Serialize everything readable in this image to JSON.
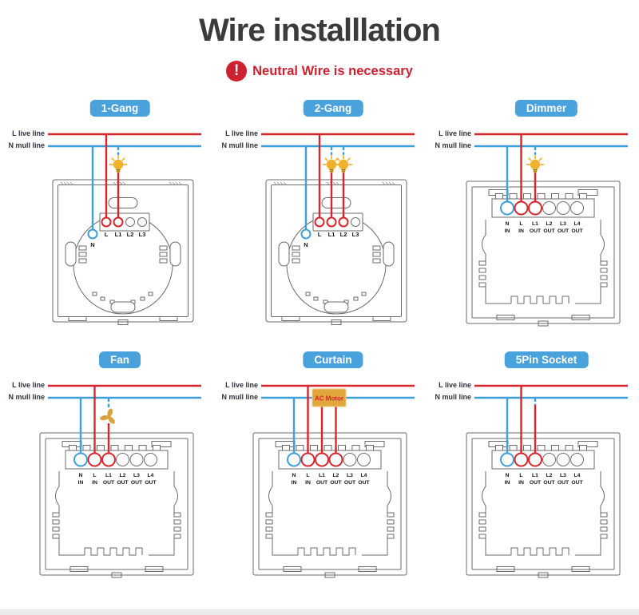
{
  "page": {
    "title": "Wire installlation",
    "warning": "Neutral Wire is necessary"
  },
  "colors": {
    "live": "#d7262c",
    "null": "#3f9fd9",
    "badge": "#4aa2dc",
    "warn": "#ce2130",
    "bulb": "#f0b22b",
    "fan": "#d9a23b",
    "motor": "#e2a73c",
    "ink": "#3b3b3b"
  },
  "panels": [
    {
      "id": "1-gang",
      "badge": "1-Gang",
      "live_label": "L live line",
      "null_label": "N mull line",
      "terminals": {
        "n": "N",
        "row": [
          "L",
          "L1",
          "L2",
          "L3"
        ]
      }
    },
    {
      "id": "2-gang",
      "badge": "2-Gang",
      "live_label": "L live line",
      "null_label": "N mull line",
      "terminals": {
        "n": "N",
        "row": [
          "L",
          "L1",
          "L2",
          "L3"
        ]
      }
    },
    {
      "id": "dimmer",
      "badge": "Dimmer",
      "live_label": "L live line",
      "null_label": "N mull line",
      "terminals": {
        "top": [
          "N",
          "L",
          "L1",
          "L2",
          "L3",
          "L4"
        ],
        "bottom": [
          "IN",
          "IN",
          "OUT",
          "OUT",
          "OUT",
          "OUT"
        ]
      }
    },
    {
      "id": "fan",
      "badge": "Fan",
      "live_label": "L live line",
      "null_label": "N mull line",
      "terminals": {
        "top": [
          "N",
          "L",
          "L1",
          "L2",
          "L3",
          "L4"
        ],
        "bottom": [
          "IN",
          "IN",
          "OUT",
          "OUT",
          "OUT",
          "OUT"
        ]
      }
    },
    {
      "id": "curtain",
      "badge": "Curtain",
      "live_label": "L live line",
      "null_label": "N mull line",
      "device_label": "AC Motor",
      "terminals": {
        "top": [
          "N",
          "L",
          "L1",
          "L2",
          "L3",
          "L4"
        ],
        "bottom": [
          "IN",
          "IN",
          "OUT",
          "OUT",
          "OUT",
          "OUT"
        ]
      }
    },
    {
      "id": "5pin-socket",
      "badge": "5Pin Socket",
      "live_label": "L live line",
      "null_label": "N mull line",
      "terminals": {
        "top": [
          "N",
          "L",
          "L1",
          "L2",
          "L3",
          "L4"
        ],
        "bottom": [
          "IN",
          "IN",
          "OUT",
          "OUT",
          "OUT",
          "OUT"
        ]
      }
    }
  ]
}
